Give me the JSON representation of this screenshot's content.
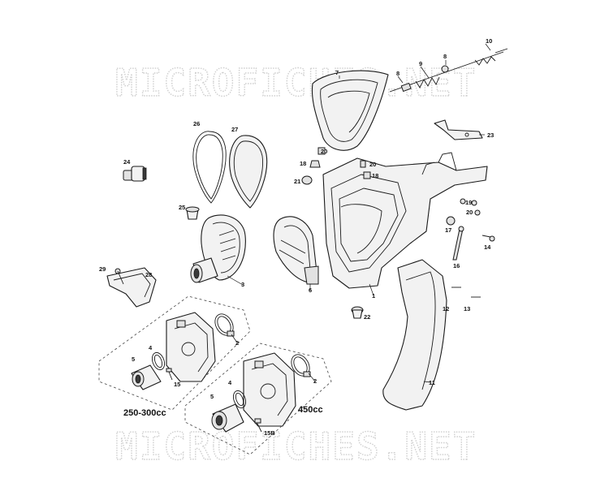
{
  "watermark": "MICROFICHES.NET",
  "variants": {
    "small": "250-300cc",
    "large": "450cc"
  },
  "callouts": {
    "c1": "1",
    "c2a": "2",
    "c2b": "2",
    "c3": "3",
    "c4a": "4",
    "c4b": "4",
    "c5a": "5",
    "c5b": "5",
    "c6": "6",
    "c7": "7",
    "c8a": "8",
    "c8b": "8",
    "c9": "9",
    "c10": "10",
    "c11": "11",
    "c12": "12",
    "c13": "13",
    "c14": "14",
    "c15": "15",
    "c15b": "15B",
    "c16": "16",
    "c17": "17",
    "c18a": "18",
    "c18b": "18",
    "c19": "19",
    "c20a": "20",
    "c20b": "20",
    "c20c": "20",
    "c21": "21",
    "c22": "22",
    "c23": "23",
    "c24": "24",
    "c25": "25",
    "c26": "26",
    "c27": "27",
    "c28": "28",
    "c29": "29"
  }
}
